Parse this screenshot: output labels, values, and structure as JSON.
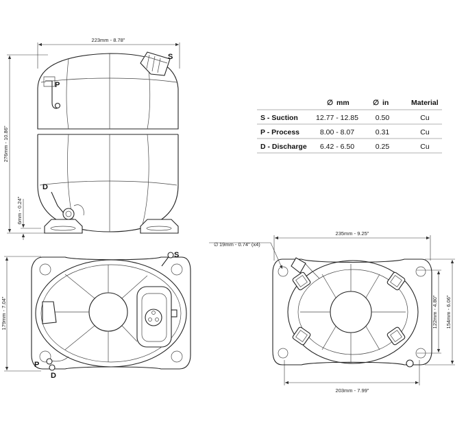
{
  "dimensions": {
    "side_width": "223mm - 8.78\"",
    "side_height": "276mm - 10.86\"",
    "side_foot": "6mm - 0.24\"",
    "top_height": "179mm - 7.04\"",
    "base_width": "235mm - 9.25\"",
    "base_width_inner": "203mm - 7.99\"",
    "base_height_inner": "122mm - 4.80\"",
    "base_height": "154mm - 6.06\"",
    "hole": "19mm - 0.74\" (x4)"
  },
  "labels": {
    "s": "S",
    "p": "P",
    "d": "D",
    "diam_symbol": "∅"
  },
  "table": {
    "headers": [
      "mm",
      "in",
      "Material"
    ],
    "rows": [
      {
        "label": "S - Suction",
        "mm": "12.77 - 12.85",
        "in": "0.50",
        "material": "Cu"
      },
      {
        "label": "P - Process",
        "mm": "8.00 - 8.07",
        "in": "0.31",
        "material": "Cu"
      },
      {
        "label": "D - Discharge",
        "mm": "6.42 - 6.50",
        "in": "0.25",
        "material": "Cu"
      }
    ]
  }
}
